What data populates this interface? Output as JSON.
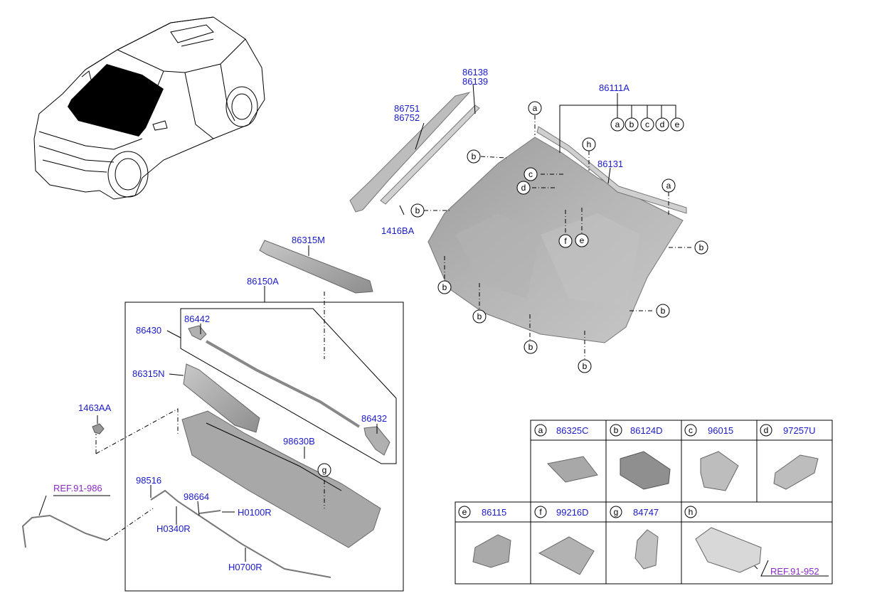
{
  "labels": {
    "p86138": "86138",
    "p86139": "86139",
    "p86751": "86751",
    "p86752": "86752",
    "p86111A": "86111A",
    "p86131": "86131",
    "p1416BA": "1416BA",
    "p86315M": "86315M",
    "p86150A": "86150A",
    "p86430": "86430",
    "p86442": "86442",
    "p86315N": "86315N",
    "p86432": "86432",
    "p1463AA": "1463AA",
    "p98630B": "98630B",
    "p98516": "98516",
    "p98664": "98664",
    "pH0100R": "H0100R",
    "pH0340R": "H0340R",
    "pH0700R": "H0700R"
  },
  "refs": {
    "ref986": "REF.91-986",
    "ref952": "REF.91-952"
  },
  "callout_letters": {
    "a": "a",
    "b": "b",
    "c": "c",
    "d": "d",
    "e": "e",
    "f": "f",
    "g": "g",
    "h": "h"
  },
  "legend": {
    "cells": [
      {
        "letter": "a",
        "part": "86325C"
      },
      {
        "letter": "b",
        "part": "86124D"
      },
      {
        "letter": "c",
        "part": "96015"
      },
      {
        "letter": "d",
        "part": "97257U"
      },
      {
        "letter": "e",
        "part": "86115"
      },
      {
        "letter": "f",
        "part": "99216D"
      },
      {
        "letter": "g",
        "part": "84747"
      },
      {
        "letter": "h",
        "part": ""
      }
    ]
  },
  "colors": {
    "part_number": "#1a1acc",
    "reference": "#8a2bc8",
    "glass_fill": "#a9a9a9",
    "part_fill": "#b4b4b4"
  }
}
